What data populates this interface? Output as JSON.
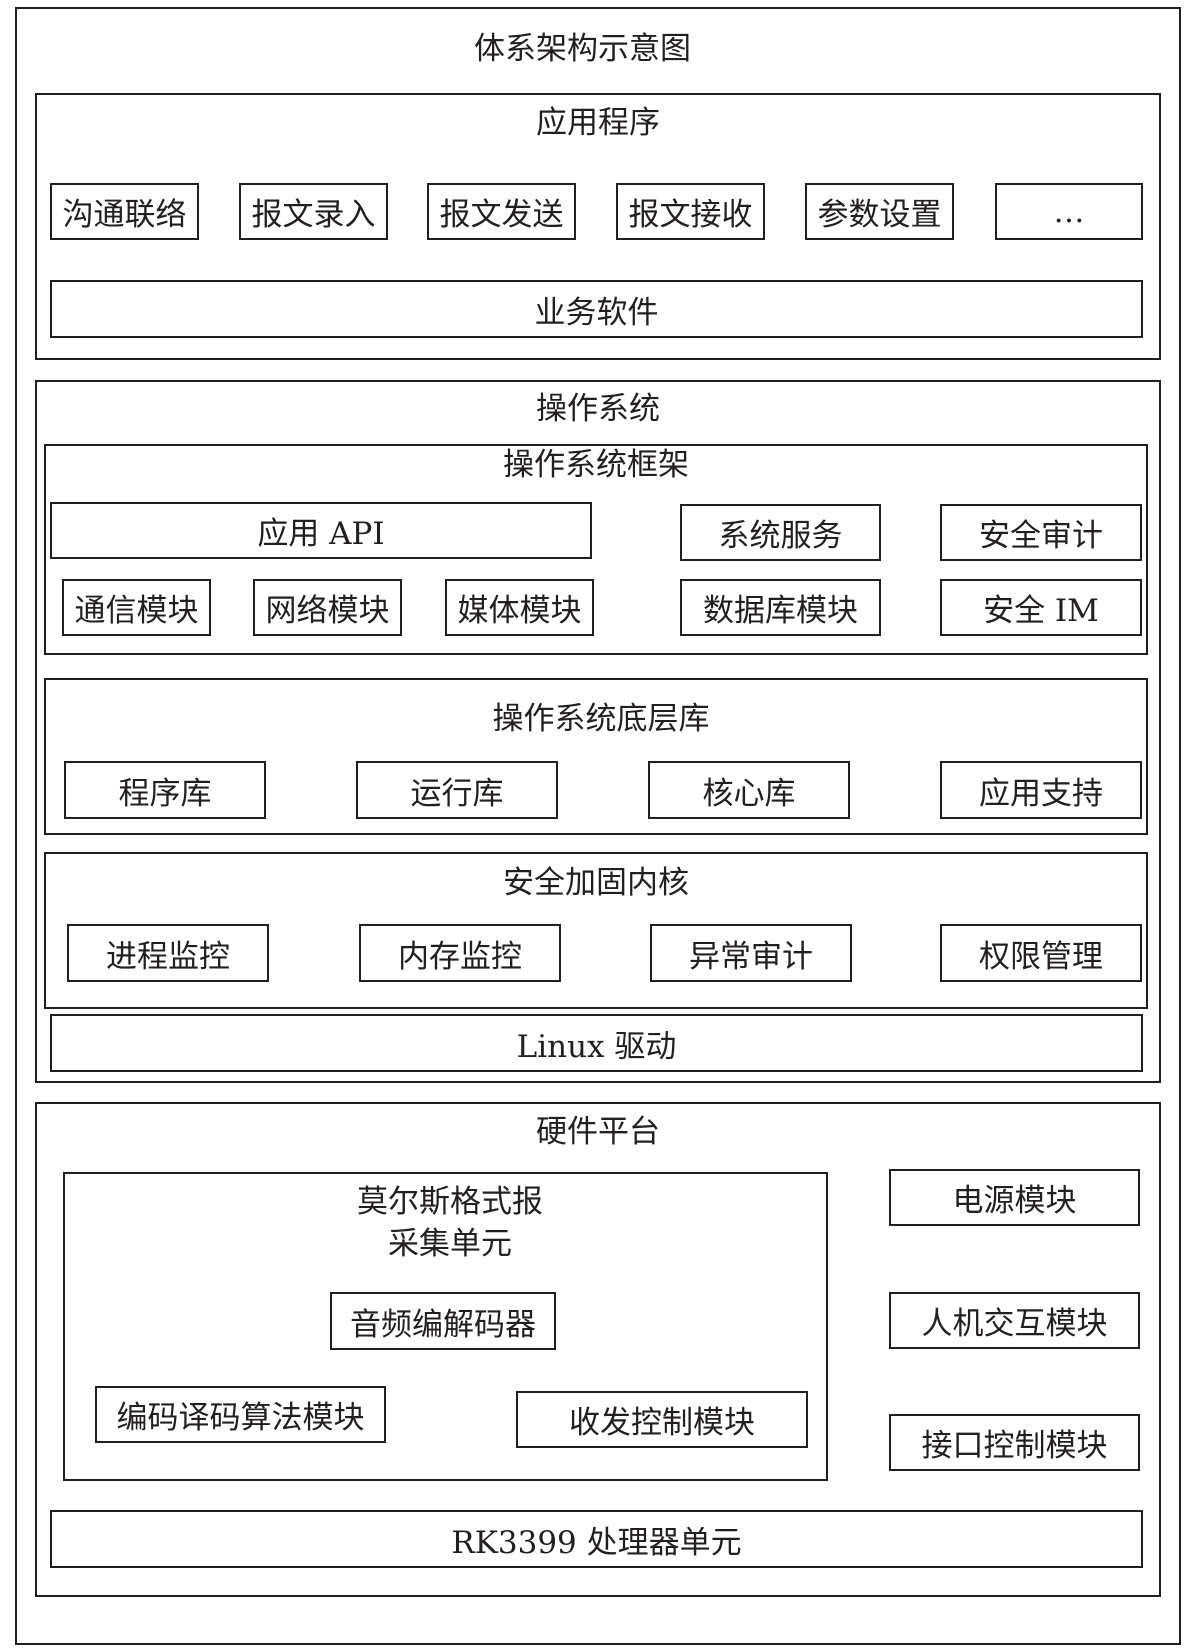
{
  "title": "体系架构示意图",
  "application": {
    "title": "应用程序",
    "items": [
      "沟通联络",
      "报文录入",
      "报文发送",
      "报文接收",
      "参数设置",
      "…"
    ],
    "business_software": "业务软件"
  },
  "os": {
    "title": "操作系统",
    "framework": {
      "title": "操作系统框架",
      "app_api": "应用 API",
      "system_service": "系统服务",
      "security_audit": "安全审计",
      "comm_module": "通信模块",
      "network_module": "网络模块",
      "media_module": "媒体模块",
      "database_module": "数据库模块",
      "security_im": "安全 IM"
    },
    "base_lib": {
      "title": "操作系统底层库",
      "items": [
        "程序库",
        "运行库",
        "核心库",
        "应用支持"
      ]
    },
    "kernel": {
      "title": "安全加固内核",
      "items": [
        "进程监控",
        "内存监控",
        "异常审计",
        "权限管理"
      ]
    },
    "linux_driver": "Linux 驱动"
  },
  "hardware": {
    "title": "硬件平台",
    "morse_unit": {
      "title_line1": "莫尔斯格式报",
      "title_line2": "采集单元",
      "audio_codec": "音频编解码器",
      "codec_algorithm": "编码译码算法模块",
      "txrx_control": "收发控制模块"
    },
    "power_module": "电源模块",
    "hmi_module": "人机交互模块",
    "interface_module": "接口控制模块",
    "processor": "RK3399 处理器单元"
  }
}
